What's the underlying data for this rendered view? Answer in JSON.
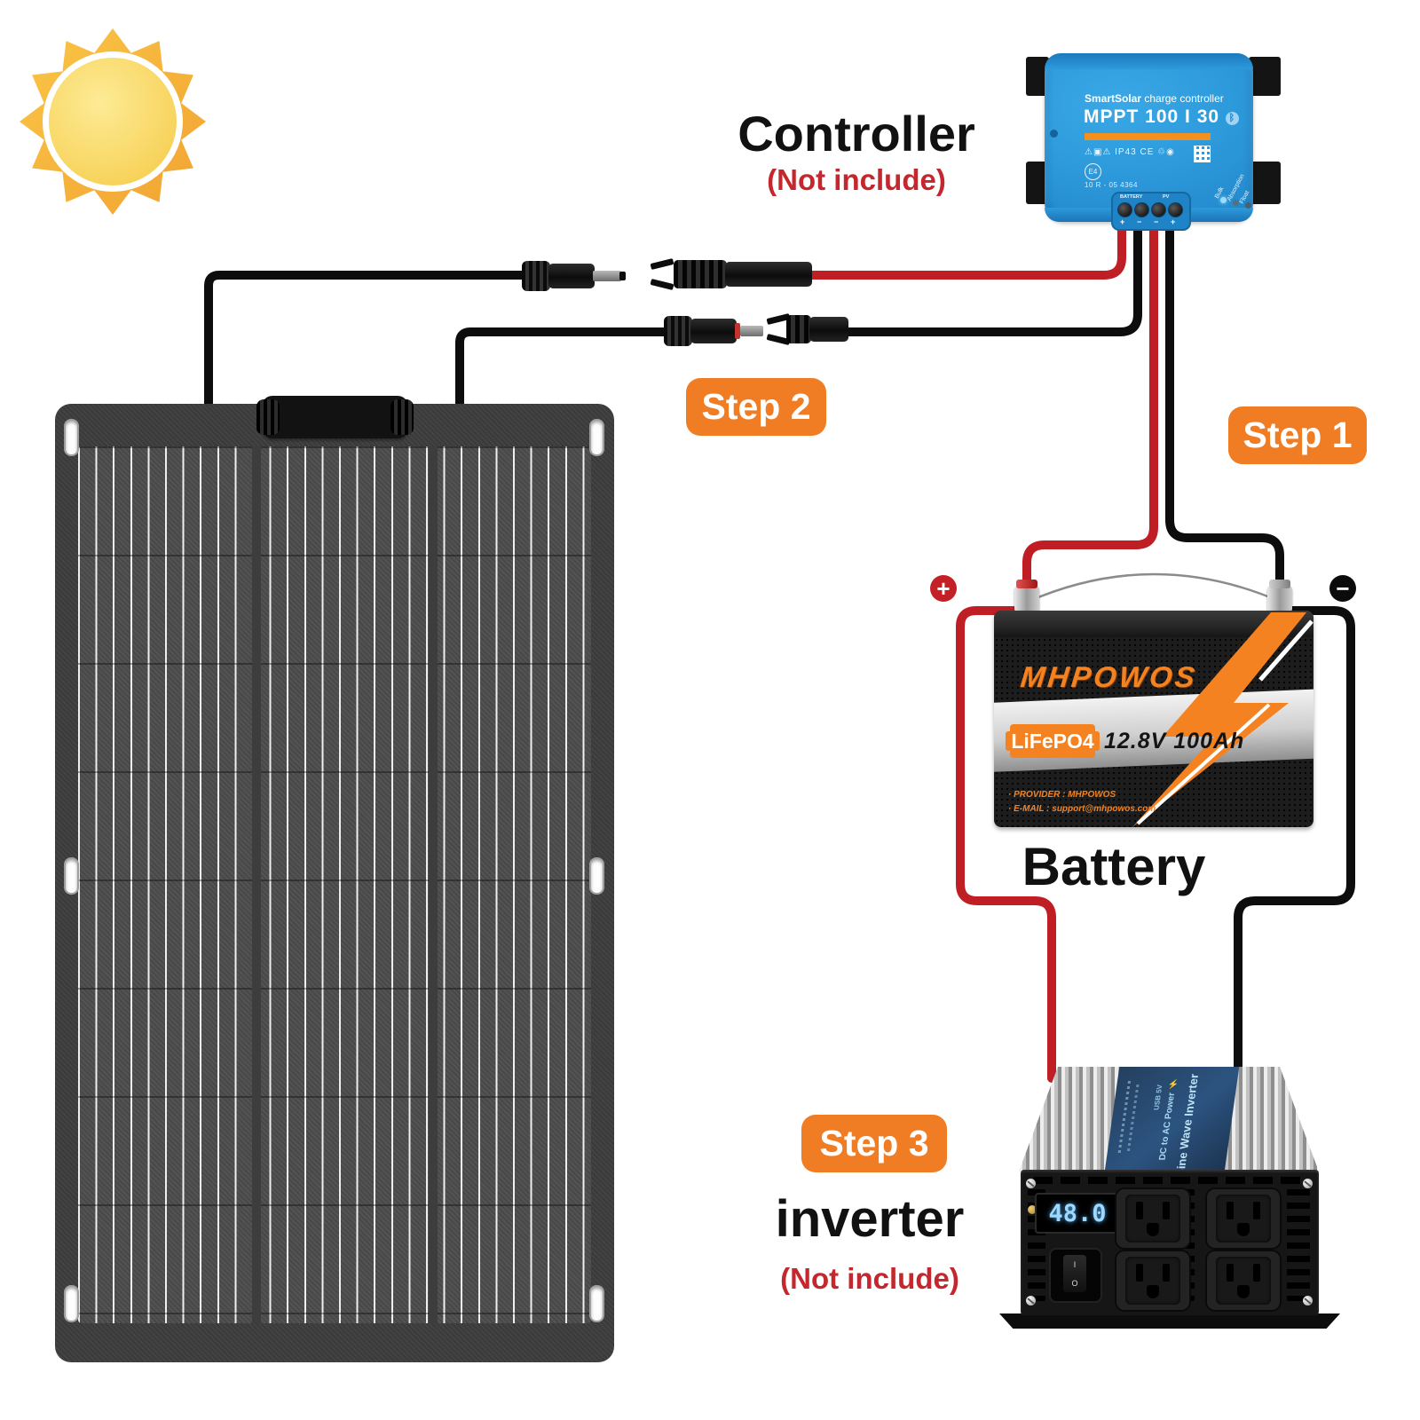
{
  "labels": {
    "controller": "Controller",
    "controller_note": "(Not include)",
    "battery": "Battery",
    "inverter": "inverter",
    "inverter_note": "(Not include)",
    "step1": "Step 1",
    "step2": "Step 2",
    "step3": "Step 3"
  },
  "controller_device": {
    "brand": "SmartSolar",
    "brand_rest": " charge controller",
    "model": "MPPT 100 I 30",
    "bluetooth": "ᛒ",
    "cert_icons": "⚠▣⚠ IP43 CE ♲◉",
    "e_mark": "E4",
    "approval": "10 R - 05 4364",
    "terminals": {
      "group1": "BATTERY",
      "group2": "PV",
      "marks": [
        "+",
        "−",
        "−",
        "+"
      ]
    },
    "leds": [
      "Bulk",
      "Absorption",
      "Float"
    ]
  },
  "battery_device": {
    "brand": "MHPOWOS",
    "chemistry": "LiFePO4",
    "spec": "12.8V 100Ah",
    "provider_line": "· PROVIDER : MHPOWOS",
    "email_line": "· E-MAIL : support@mhpowos.com",
    "positive": "+",
    "negative": "−"
  },
  "inverter_device": {
    "display": "48.0",
    "label_line1": "Pure Sine Wave Inverter",
    "label_line2": "DC to AC Power ⚡",
    "label_line3": "USB 5V",
    "switch_on": "I",
    "switch_off": "O"
  },
  "colors": {
    "step_badge_orange": "#f07d24",
    "note_red": "#c4272e",
    "wire_red": "#be1e24",
    "wire_black": "#0d0d0d",
    "controller_blue": "#2d9adb",
    "controller_stripe_orange": "#f5901e",
    "battery_orange": "#f58220",
    "panel_gray": "#3d3d3d",
    "sun_yellow": "#f8d254",
    "sun_ray_orange": "#f5ab3d"
  }
}
